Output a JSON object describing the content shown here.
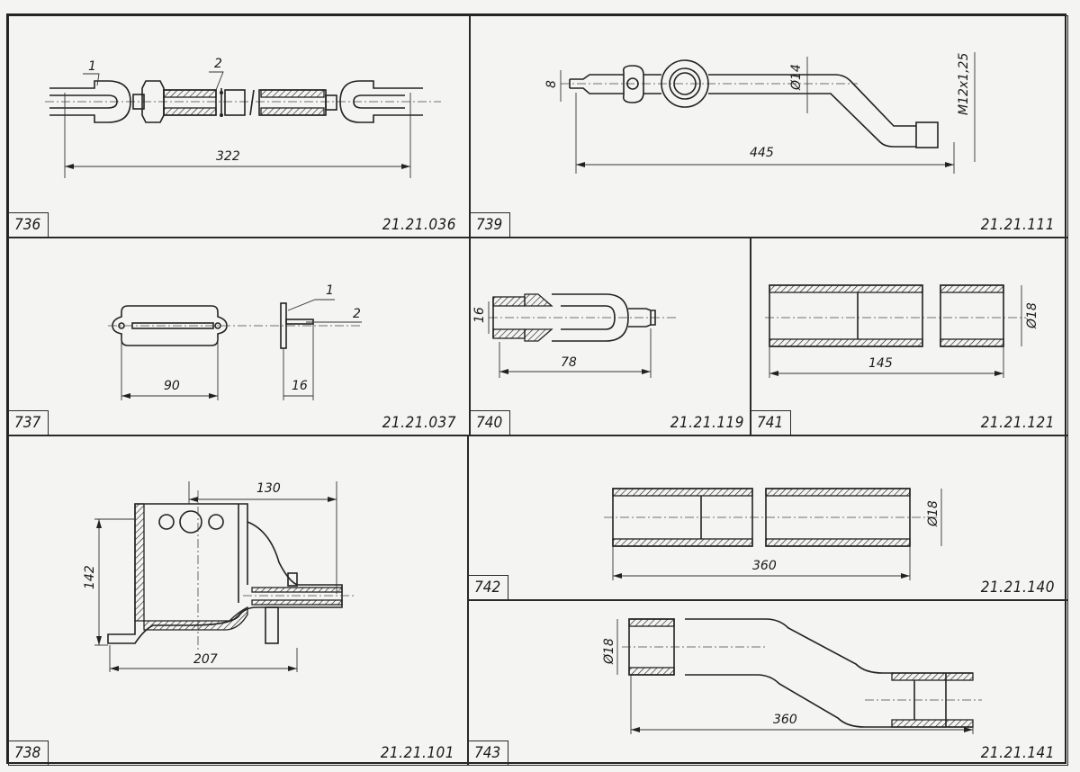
{
  "panels": [
    {
      "number": "736",
      "code": "21.21.036",
      "dimensions": [
        "322"
      ],
      "callouts": [
        "1",
        "2"
      ]
    },
    {
      "number": "739",
      "code": "21.21.111",
      "dimensions": [
        "8",
        "Ø14",
        "M12x1,25",
        "445"
      ]
    },
    {
      "number": "737",
      "code": "21.21.037",
      "dimensions": [
        "90",
        "16"
      ],
      "callouts": [
        "1",
        "2"
      ]
    },
    {
      "number": "740",
      "code": "21.21.119",
      "dimensions": [
        "16",
        "78"
      ]
    },
    {
      "number": "741",
      "code": "21.21.121",
      "dimensions": [
        "145",
        "Ø18"
      ]
    },
    {
      "number": "738",
      "code": "21.21.101",
      "dimensions": [
        "130",
        "142",
        "207"
      ]
    },
    {
      "number": "742",
      "code": "21.21.140",
      "dimensions": [
        "Ø18",
        "360"
      ]
    },
    {
      "number": "743",
      "code": "21.21.141",
      "dimensions": [
        "Ø18",
        "360"
      ]
    }
  ]
}
